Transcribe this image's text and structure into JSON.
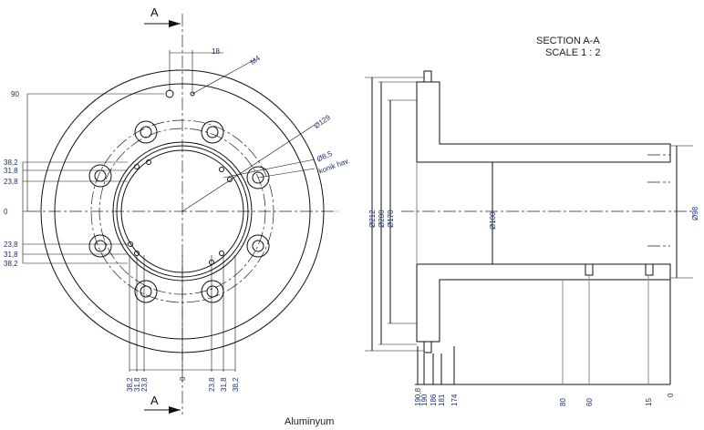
{
  "section_marker": "A",
  "section_title": "SECTION A-A",
  "section_scale": "SCALE 1 : 2",
  "material": "Aluminyum",
  "front_view": {
    "top_dim": "18",
    "thread_label": "M4",
    "left_top": "90",
    "left_dims": [
      "38,2",
      "31,8",
      "23,8",
      "0",
      "23,8",
      "31,8",
      "38,2"
    ],
    "bottom_dims": [
      "38,2",
      "31,8",
      "23,8",
      "0",
      "23,8",
      "31,8",
      "38,2"
    ],
    "bolt_circle": "Ø129",
    "hole_dia": "Ø8,5",
    "hole_note": "konik hav."
  },
  "section_view": {
    "diameters": [
      "Ø212",
      "Ø200",
      "Ø170"
    ],
    "inner_dia": "Ø100",
    "right_dia": "Ø98",
    "bottom_dims": [
      "190,8",
      "190",
      "186",
      "181",
      "174",
      "80",
      "60",
      "15",
      "0"
    ]
  }
}
